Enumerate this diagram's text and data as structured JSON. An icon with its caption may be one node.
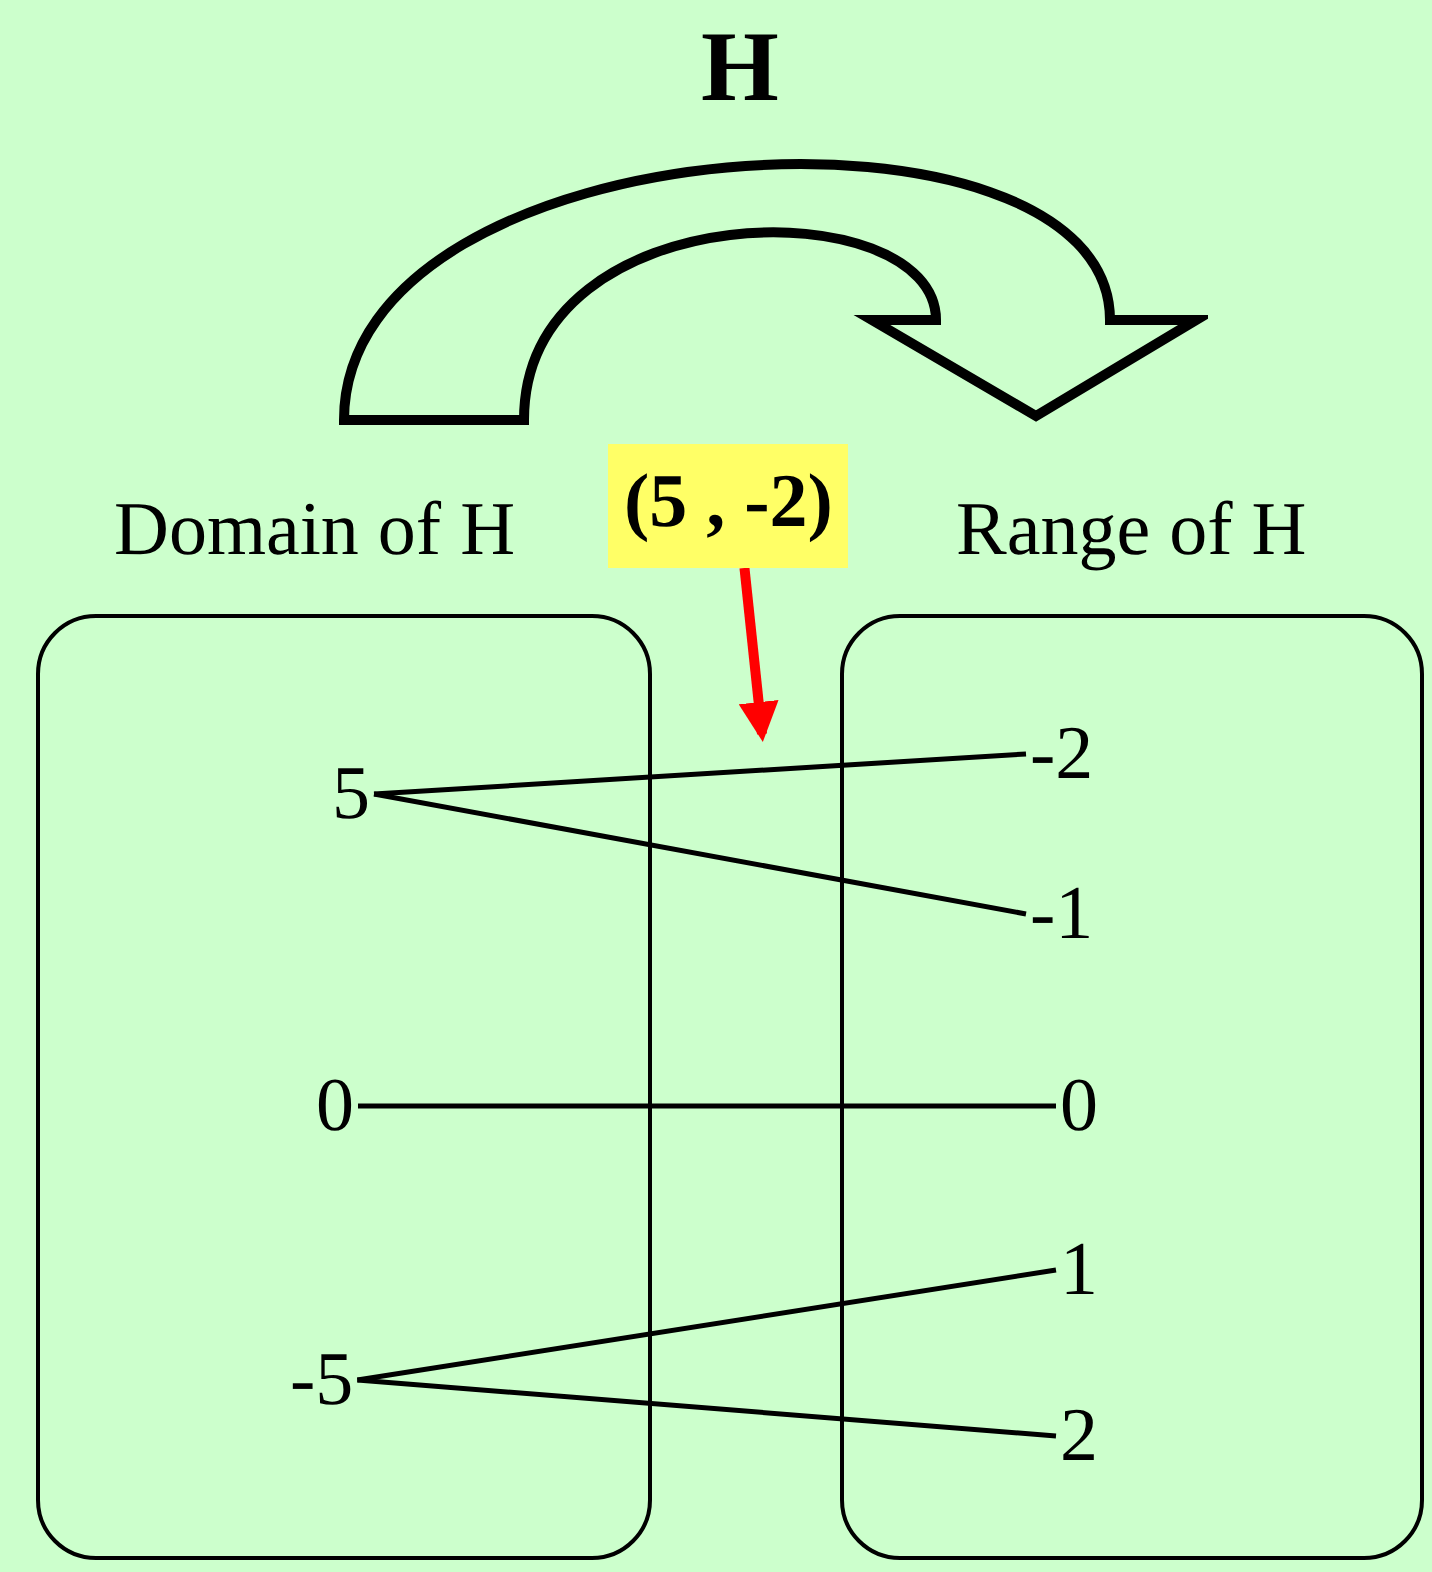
{
  "diagram": {
    "title": "H",
    "nodes": [
      {
        "text": [
          "Domain of H"
        ]
      },
      {
        "text": [
          "Range of H"
        ]
      },
      {
        "text": [
          "5"
        ],
        "in": 0
      },
      {
        "text": [
          "0"
        ],
        "in": 0
      },
      {
        "text": [
          "-5"
        ],
        "in": 0
      },
      {
        "text": [
          "-2"
        ],
        "in": 1
      },
      {
        "text": [
          "-1"
        ],
        "in": 1
      },
      {
        "text": [
          "0"
        ],
        "in": 1
      },
      {
        "text": [
          "1"
        ],
        "in": 1
      },
      {
        "text": [
          "2"
        ],
        "in": 1
      },
      {
        "text": [
          "(5 , -2)"
        ]
      }
    ],
    "edges": [
      {
        "from": 2,
        "to": 5,
        "arrow": "none"
      },
      {
        "from": 2,
        "to": 6,
        "arrow": "none"
      },
      {
        "from": 3,
        "to": 7,
        "arrow": "none"
      },
      {
        "from": 4,
        "to": 8,
        "arrow": "none"
      },
      {
        "from": 4,
        "to": 9,
        "arrow": "none"
      },
      {
        "from": 10,
        "to": null,
        "arrow": "to",
        "style": "thick",
        "color": "#ff0000"
      }
    ]
  }
}
